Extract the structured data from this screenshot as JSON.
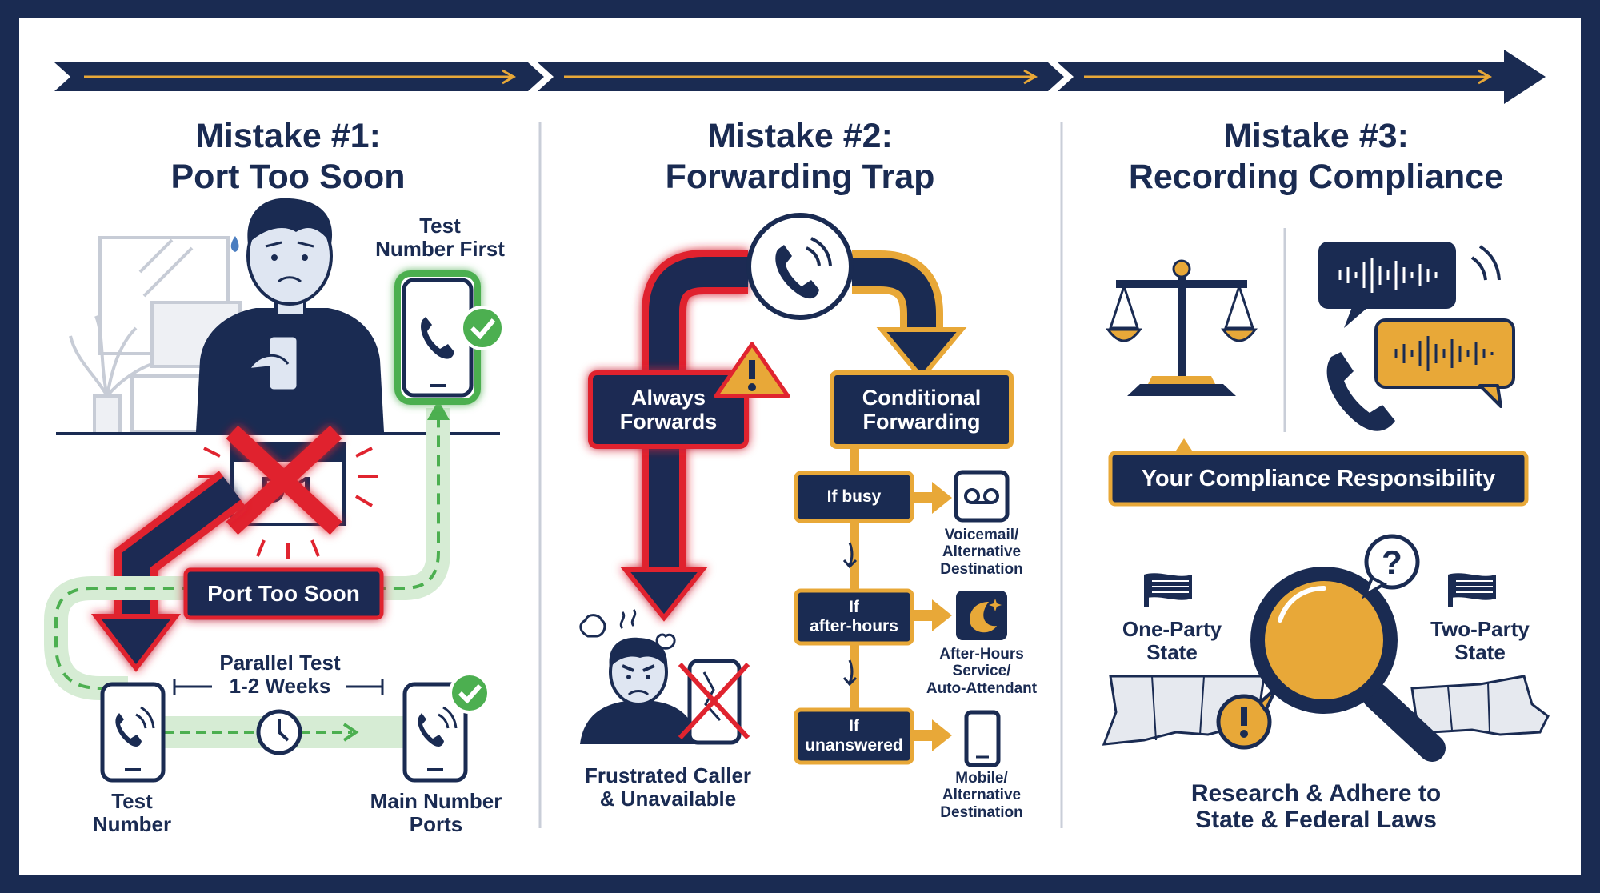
{
  "colors": {
    "navy": "#1a2b52",
    "gold": "#e8a838",
    "red": "#e0242f",
    "green": "#4caf50",
    "white": "#ffffff"
  },
  "panels": [
    {
      "title_line1": "Mistake #1:",
      "title_line2": "Port Too Soon",
      "test_number_first_line1": "Test",
      "test_number_first_line2": "Number First",
      "calendar_text": "D  1",
      "port_too_soon_label": "Port Too Soon",
      "parallel_test_line1": "Parallel Test",
      "parallel_test_line2": "1-2 Weeks",
      "test_number_line1": "Test",
      "test_number_line2": "Number",
      "main_number_line1": "Main Number",
      "main_number_line2": "Ports",
      "icons": [
        "worried-person-icon",
        "calendar-icon",
        "phone-icon",
        "check-icon",
        "clock-icon"
      ]
    },
    {
      "title_line1": "Mistake #2:",
      "title_line2": "Forwarding Trap",
      "always_forwards_line1": "Always",
      "always_forwards_line2": "Forwards",
      "conditional_line1": "Conditional",
      "conditional_line2": "Forwarding",
      "if_busy": "If busy",
      "if_after_hours_line1": "If",
      "if_after_hours_line2": "after-hours",
      "if_unanswered_line1": "If",
      "if_unanswered_line2": "unanswered",
      "voicemail_line1": "Voicemail/",
      "voicemail_line2": "Alternative",
      "voicemail_line3": "Destination",
      "after_hours_line1": "After-Hours",
      "after_hours_line2": "Service/",
      "after_hours_line3": "Auto-Attendant",
      "mobile_line1": "Mobile/",
      "mobile_line2": "Alternative",
      "mobile_line3": "Destination",
      "frustrated_line1": "Frustrated Caller",
      "frustrated_line2": "& Unavailable",
      "icons": [
        "ringing-phone-icon",
        "warning-icon",
        "voicemail-icon",
        "moon-icon",
        "mobile-icon",
        "frustrated-person-icon",
        "broken-phone-icon"
      ]
    },
    {
      "title_line1": "Mistake #3:",
      "title_line2": "Recording Compliance",
      "responsibility_label": "Your Compliance Responsibility",
      "one_party_line1": "One-Party",
      "one_party_line2": "State",
      "two_party_line1": "Two-Party",
      "two_party_line2": "State",
      "research_line1": "Research & Adhere to",
      "research_line2": "State & Federal Laws",
      "icons": [
        "scales-icon",
        "audio-bubble-icon",
        "phone-icon",
        "flag-icon",
        "magnifier-icon",
        "question-icon",
        "warning-icon",
        "map-icon"
      ]
    }
  ]
}
